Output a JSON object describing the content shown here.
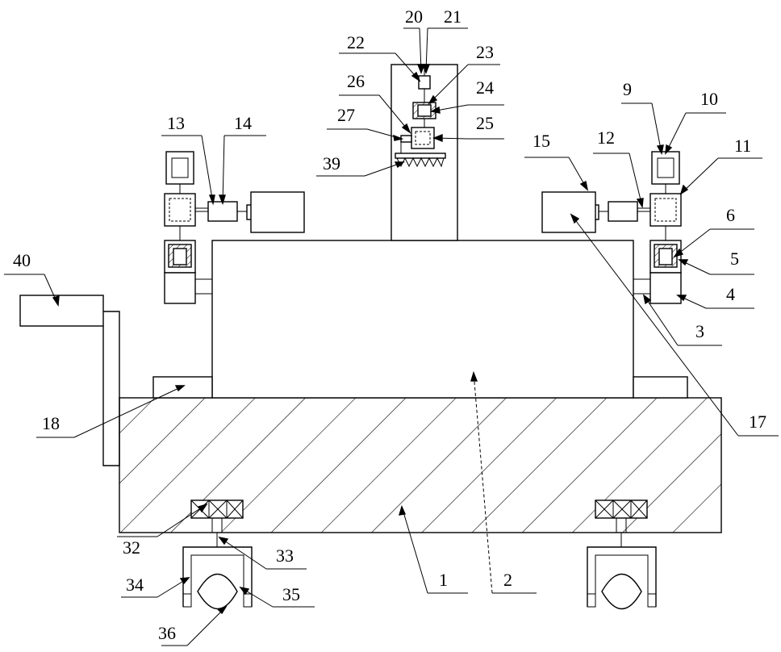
{
  "figure": {
    "labels": {
      "l1": "1",
      "l2": "2",
      "l3": "3",
      "l4": "4",
      "l5": "5",
      "l6": "6",
      "l9": "9",
      "l10": "10",
      "l11": "11",
      "l12": "12",
      "l13": "13",
      "l14": "14",
      "l15": "15",
      "l17": "17",
      "l18": "18",
      "l20": "20",
      "l21": "21",
      "l22": "22",
      "l23": "23",
      "l24": "24",
      "l25": "25",
      "l26": "26",
      "l27": "27",
      "l32": "32",
      "l33": "33",
      "l34": "34",
      "l35": "35",
      "l36": "36",
      "l39": "39",
      "l40": "40"
    }
  }
}
